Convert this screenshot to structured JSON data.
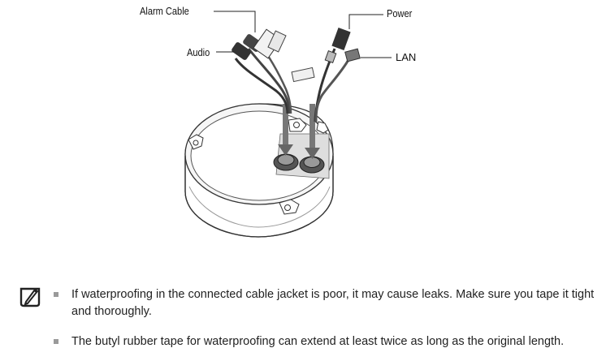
{
  "figure": {
    "callouts": {
      "alarm_cable": "Alarm Cable",
      "audio": "Audio",
      "power": "Power",
      "lan": "LAN"
    }
  },
  "notes": {
    "icon": "note-pencil-icon",
    "items": [
      {
        "text": "If waterproofing in the connected cable jacket is poor, it may cause leaks. Make sure you tape it tight and thoroughly."
      },
      {
        "text": "The butyl rubber tape for waterproofing can extend at least twice as long as the original length."
      }
    ]
  }
}
